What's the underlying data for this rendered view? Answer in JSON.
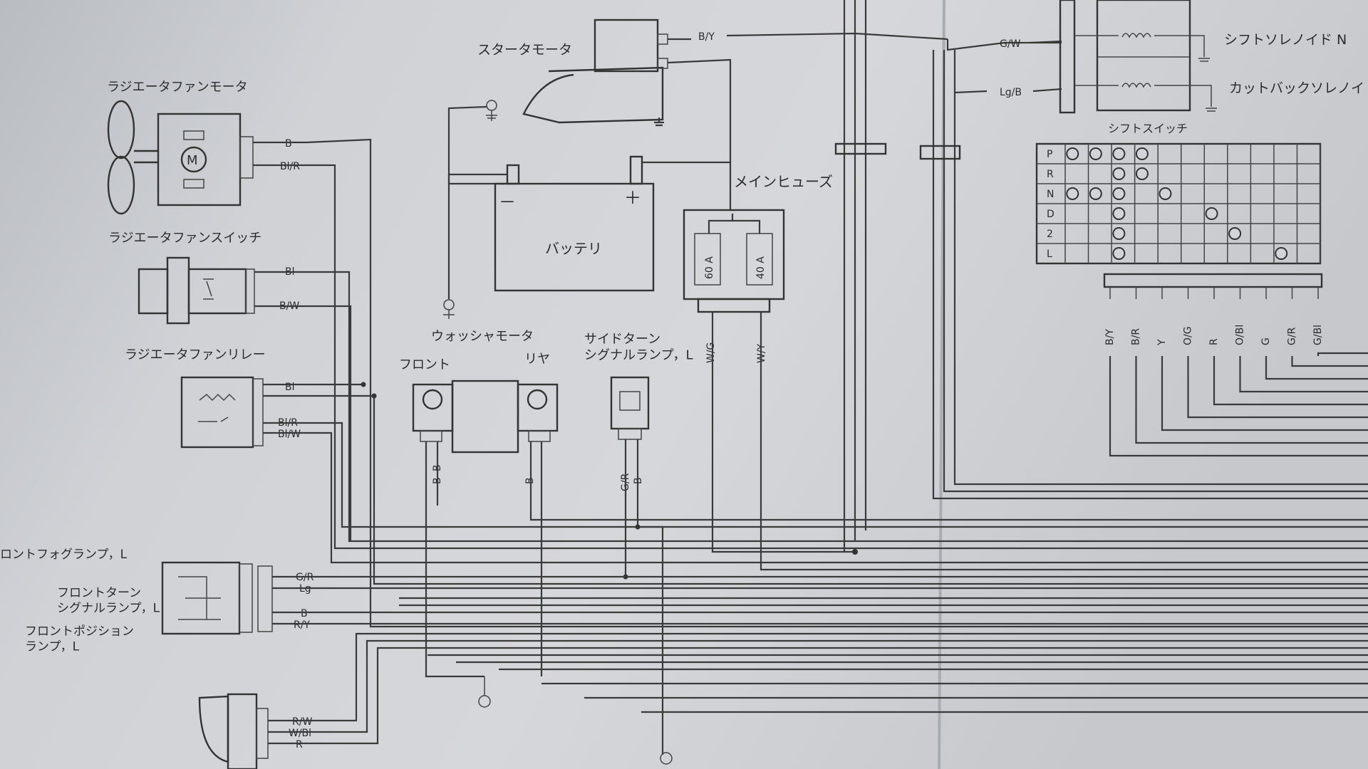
{
  "components": {
    "starter_motor": "スタータモータ",
    "radiator_fan_motor": "ラジエータファンモータ",
    "radiator_fan_switch": "ラジエータファンスイッチ",
    "radiator_fan_relay": "ラジエータファンリレー",
    "battery": "バッテリ",
    "main_fuse": "メインヒューズ",
    "washer_motor": "ウォッシャモータ",
    "washer_front": "フロント",
    "washer_rear": "リヤ",
    "side_turn_signal": "サイドターン\nシグナルランプ，L",
    "front_fog_lamp": "ロントフォグランプ，L",
    "front_turn_signal": "フロントターン\nシグナルランプ，L",
    "front_position_lamp": "フロントポジション\nランプ，L",
    "shift_switch": "シフトスイッチ",
    "shift_solenoid": "シフトソレノイド N",
    "cutback_solenoid": "カットバックソレノイ"
  },
  "fuses": {
    "f1": "60 A",
    "f2": "40 A"
  },
  "battery_terminals": {
    "neg": "－",
    "pos": "＋"
  },
  "motor_symbol": "M",
  "wire_codes": {
    "starter": "B/Y",
    "solenoid1": "G/W",
    "solenoid2": "Lg/B",
    "fan_motor_1": "B",
    "fan_motor_2": "Bl/R",
    "fan_switch_1": "Bl",
    "fan_switch_2": "B/W",
    "relay_1": "Bl",
    "relay_2": "Bl/R",
    "relay_3": "Bl/W",
    "fuse_1": "W/G",
    "fuse_2": "W/Y",
    "washer_front": "B",
    "washer_front_b": "B",
    "washer_rear": "B",
    "side_turn_1": "G/R",
    "side_turn_2": "B",
    "front_lamp_1": "G/R",
    "front_lamp_2": "Lg",
    "front_lamp_3": "B",
    "front_lamp_4": "R/Y",
    "bottom_1": "R/W",
    "bottom_2": "W/Bl",
    "bottom_3": "R"
  },
  "shift_table": {
    "rows": [
      "P",
      "R",
      "N",
      "D",
      "2",
      "L"
    ],
    "output_wires": [
      "B/Y",
      "B/R",
      "Y",
      "O/G",
      "R",
      "O/Bl",
      "G",
      "G/R",
      "G/Bl"
    ]
  }
}
